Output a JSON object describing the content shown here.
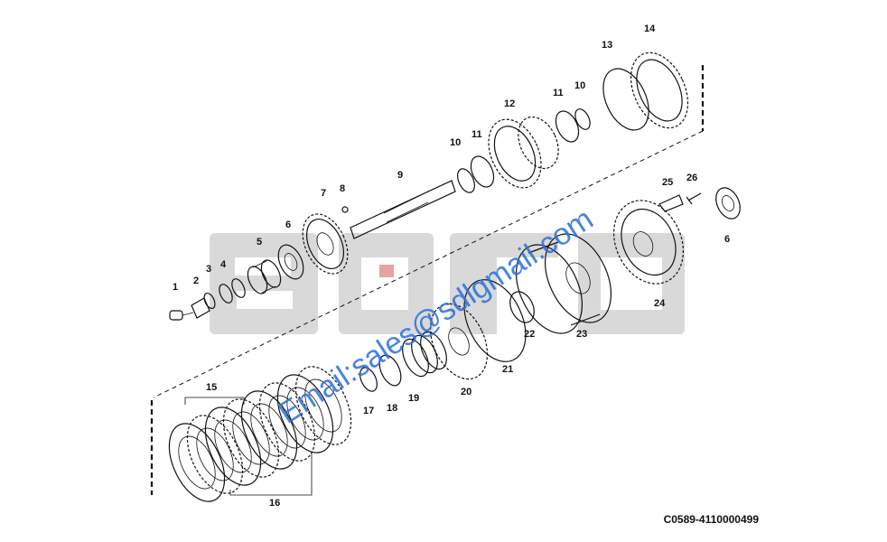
{
  "watermark": {
    "logo_text": "SDLG",
    "email": "Email:sales@sdlgmail.com",
    "logo_color": "#d7d7d7",
    "email_color": "#2a6fdb"
  },
  "reference_code": "C0589-4110000499",
  "callouts": [
    {
      "id": "c1",
      "text": "1"
    },
    {
      "id": "c2",
      "text": "2"
    },
    {
      "id": "c3",
      "text": "3"
    },
    {
      "id": "c4",
      "text": "4"
    },
    {
      "id": "c5",
      "text": "5"
    },
    {
      "id": "c6a",
      "text": "6"
    },
    {
      "id": "c6b",
      "text": "6"
    },
    {
      "id": "c7",
      "text": "7"
    },
    {
      "id": "c8",
      "text": "8"
    },
    {
      "id": "c9",
      "text": "9"
    },
    {
      "id": "c10a",
      "text": "10"
    },
    {
      "id": "c10b",
      "text": "10"
    },
    {
      "id": "c11a",
      "text": "11"
    },
    {
      "id": "c11b",
      "text": "11"
    },
    {
      "id": "c12",
      "text": "12"
    },
    {
      "id": "c13",
      "text": "13"
    },
    {
      "id": "c14",
      "text": "14"
    },
    {
      "id": "c15",
      "text": "15"
    },
    {
      "id": "c16",
      "text": "16"
    },
    {
      "id": "c17",
      "text": "17"
    },
    {
      "id": "c18",
      "text": "18"
    },
    {
      "id": "c19",
      "text": "19"
    },
    {
      "id": "c20",
      "text": "20"
    },
    {
      "id": "c21",
      "text": "21"
    },
    {
      "id": "c22",
      "text": "22"
    },
    {
      "id": "c23",
      "text": "23"
    },
    {
      "id": "c24",
      "text": "24"
    },
    {
      "id": "c25",
      "text": "25"
    },
    {
      "id": "c26",
      "text": "26"
    }
  ]
}
